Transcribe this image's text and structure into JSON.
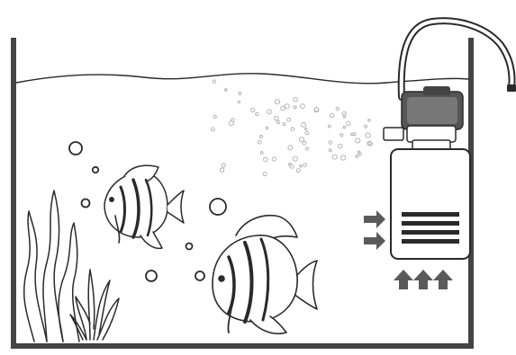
{
  "diagram": {
    "subject": "aquarium-internal-filter",
    "colors": {
      "ink": "#2a2a2a",
      "pump_dark": "#555555",
      "arrow_fill": "#5a5a5a",
      "mist": "#b3b3b3",
      "background": "#ffffff"
    },
    "icons": [
      "tank-outline",
      "water-surface",
      "fish",
      "seaweed",
      "air-bubble",
      "filter-pump",
      "outlet-pipe",
      "intake-arrow",
      "outflow-arrow"
    ],
    "intake_arrow_count": 2,
    "outflow_arrow_count": 3
  }
}
